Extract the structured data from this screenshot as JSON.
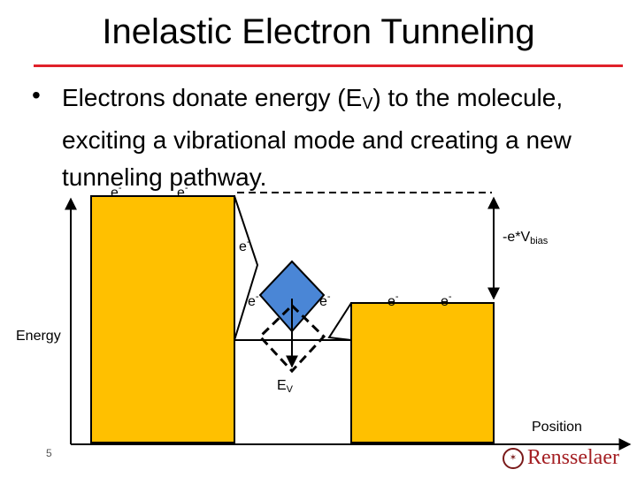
{
  "slide": {
    "title": "Inelastic Electron Tunneling",
    "bullet_pre": "Electrons donate energy (E",
    "bullet_sub": "V",
    "bullet_post": ") to the molecule, exciting a vibrational mode and creating a new tunneling pathway.",
    "page_number": "5",
    "logo_text": "Rensselaer"
  },
  "diagram": {
    "electron_base": "e",
    "electron_sup": "-",
    "bias_label_pre": "-e*V",
    "bias_label_sub": "bias",
    "ev_label_pre": "E",
    "ev_label_sub": "V",
    "axis_y_label": "Energy",
    "axis_x_label": "Position",
    "colors": {
      "lead_fill": "#ffc000",
      "molecule_fill": "#4a86d6",
      "title_rule": "#e0202a"
    }
  }
}
